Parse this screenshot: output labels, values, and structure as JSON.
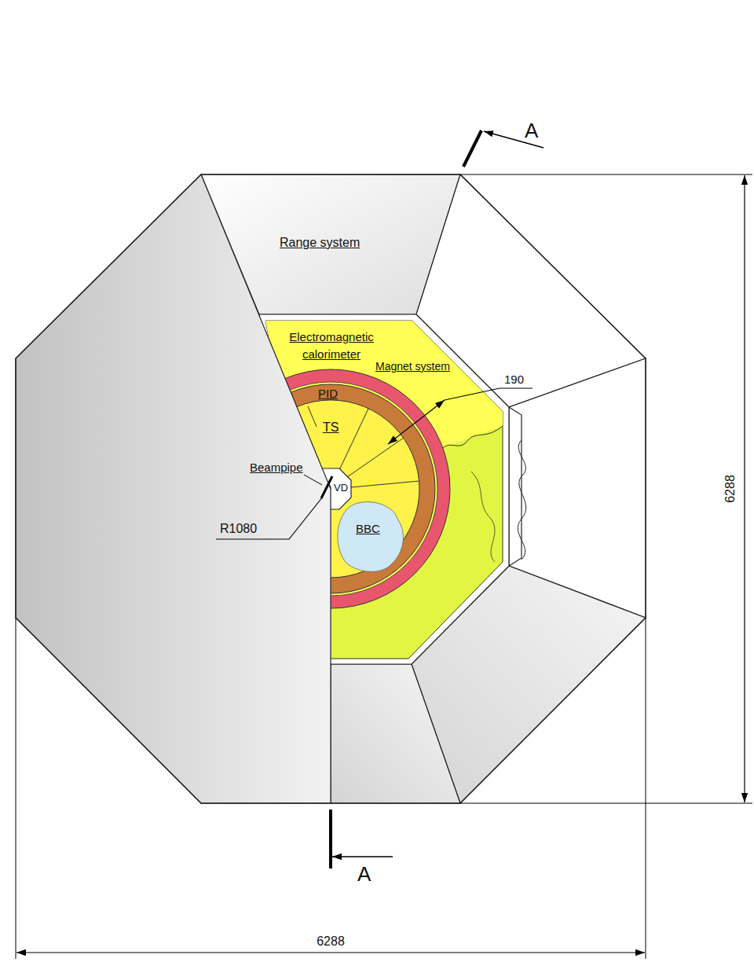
{
  "diagram": {
    "labels": [
      "A",
      "Range system",
      "Electromagnetic calorimeter",
      "Magnet system",
      "190",
      "PID",
      "TS",
      "Beampipe",
      "VD",
      "R1080",
      "BBC",
      "6288",
      "A",
      "6288"
    ]
  }
}
